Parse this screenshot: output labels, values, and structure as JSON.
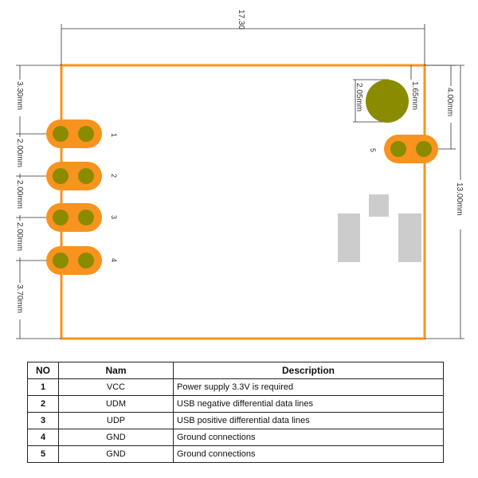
{
  "dimensions": {
    "width": "17.30",
    "height": "13.00mm",
    "top_margin": "3.30mm",
    "pitch_1": "2.00mm",
    "pitch_2": "2.00mm",
    "pitch_3": "2.00mm",
    "bottom_margin": "3.70mm",
    "hole_diameter": "2.05mm",
    "hole_offset": "1.65mm",
    "pin5_offset": "4.00mm"
  },
  "pins": {
    "p1": "1",
    "p2": "2",
    "p3": "3",
    "p4": "4",
    "p5": "5"
  },
  "colors": {
    "board_outline": "#f7931e",
    "pad": "#f7931e",
    "pad_drill": "#8b8b00",
    "mount_hole": "#8b8b00",
    "component": "#cccccc"
  },
  "table": {
    "headers": [
      "NO",
      "Nam",
      "Description"
    ],
    "rows": [
      {
        "no": "1",
        "name": "VCC",
        "desc": "Power supply 3.3V is required"
      },
      {
        "no": "2",
        "name": "UDM",
        "desc": "USB negative differential data lines"
      },
      {
        "no": "3",
        "name": "UDP",
        "desc": "USB positive differential data lines"
      },
      {
        "no": "4",
        "name": "GND",
        "desc": "Ground connections"
      },
      {
        "no": "5",
        "name": "GND",
        "desc": "Ground connections"
      }
    ]
  }
}
